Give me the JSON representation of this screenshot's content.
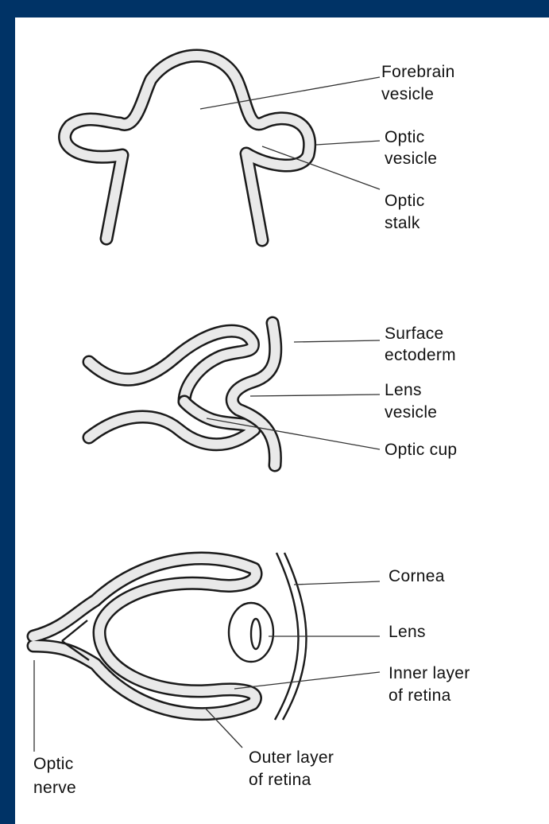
{
  "labels": {
    "forebrain_vesicle_1": "Forebrain",
    "forebrain_vesicle_2": "vesicle",
    "optic_vesicle_1": "Optic",
    "optic_vesicle_2": "vesicle",
    "optic_stalk_1": "Optic",
    "optic_stalk_2": "stalk",
    "surface_ectoderm_1": "Surface",
    "surface_ectoderm_2": "ectoderm",
    "lens_vesicle_1": "Lens",
    "lens_vesicle_2": "vesicle",
    "optic_cup": "Optic cup",
    "cornea": "Cornea",
    "lens": "Lens",
    "inner_layer_1": "Inner layer",
    "inner_layer_2": "of retina",
    "optic_nerve_1": "Optic",
    "optic_nerve_2": "nerve",
    "outer_layer_1": "Outer layer",
    "outer_layer_2": "of retina"
  },
  "colors": {
    "frame": "#003366",
    "background": "#ffffff",
    "line": "#1a1a1a",
    "wall_fill": "#e9e9e9"
  }
}
